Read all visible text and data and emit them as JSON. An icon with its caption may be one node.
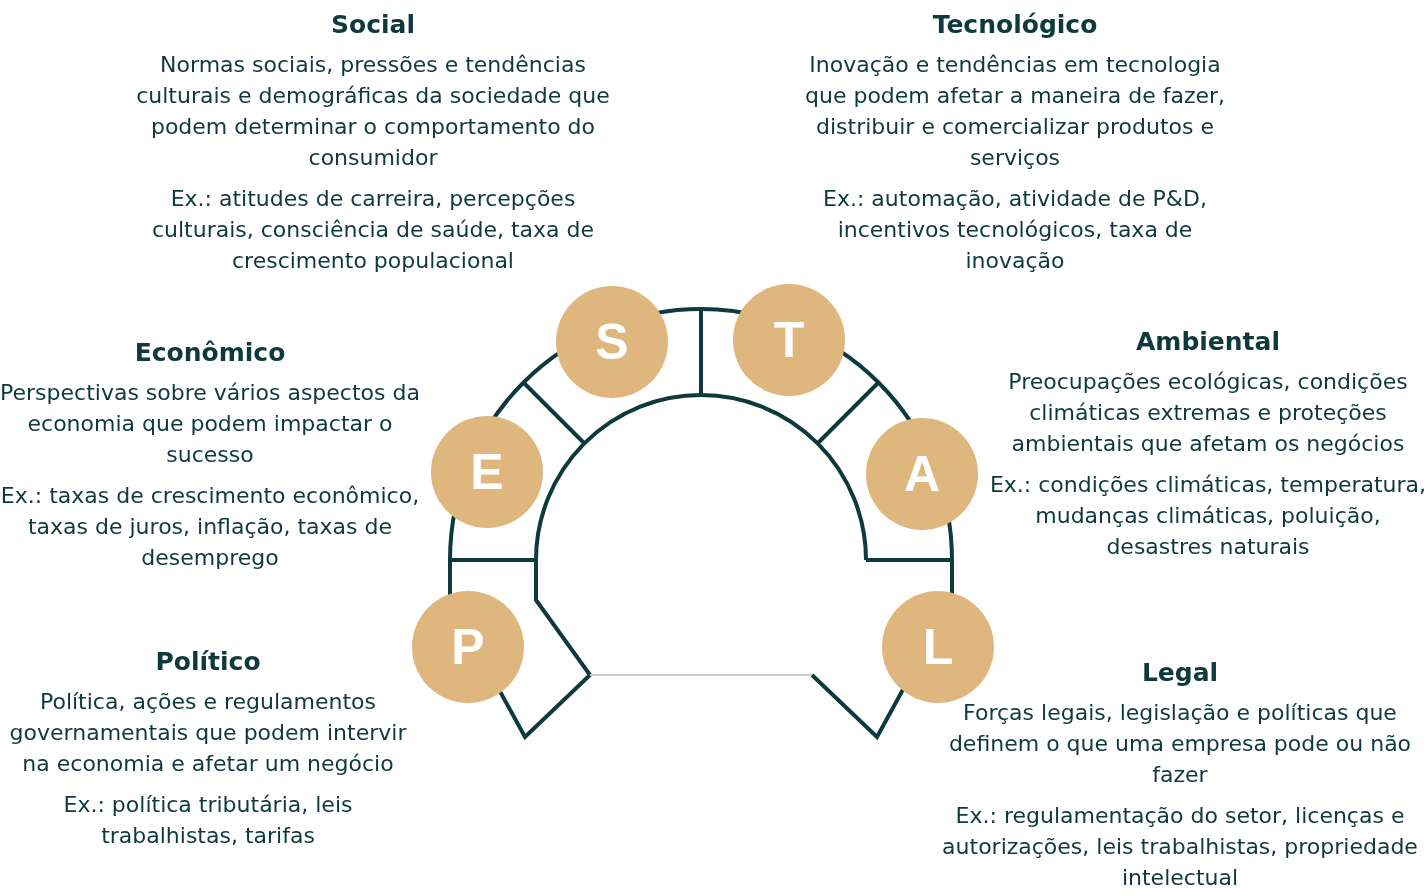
{
  "diagram": {
    "nodes": [
      {
        "text": [
          "S"
        ],
        "beside": [
          "Social",
          "Normas sociais, pressões e tendências culturais e demográficas da sociedade que podem determinar o comportamento do consumidor",
          "Ex.: atitudes de carreira, percepções culturais, consciência de saúde, taxa de crescimento populacional"
        ]
      },
      {
        "text": [
          "T"
        ],
        "beside": [
          "Tecnológico",
          "Inovação e tendências em tecnologia que podem afetar a maneira de fazer, distribuir e comercializar produtos e serviços",
          "Ex.: automação, atividade de P&D, incentivos tecnológicos, taxa de inovação"
        ]
      },
      {
        "text": [
          "E"
        ],
        "beside": [
          "Econômico",
          "Perspectivas sobre vários aspectos da economia que podem impactar o sucesso",
          "Ex.: taxas de crescimento econômico, taxas de juros, inflação, taxas de desemprego"
        ]
      },
      {
        "text": [
          "A"
        ],
        "beside": [
          "Ambiental",
          "Preocupações ecológicas, condições climáticas extremas e proteções ambientais que afetam os negócios",
          "Ex.: condições climáticas, temperatura, mudanças climáticas, poluição, desastres naturais"
        ]
      },
      {
        "text": [
          "P"
        ],
        "beside": [
          "Político",
          "Política, ações e regulamentos governamentais que podem intervir na economia e afetar um negócio",
          "Ex.: política tributária, leis trabalhistas, tarifas"
        ]
      },
      {
        "text": [
          "L"
        ],
        "beside": [
          "Legal",
          "Forças legais, legislação e políticas que definem o que uma empresa pode ou não fazer",
          "Ex.: regulamentação do setor, licenças e autorizações, leis trabalhistas, propriedade intelectual"
        ]
      }
    ]
  }
}
